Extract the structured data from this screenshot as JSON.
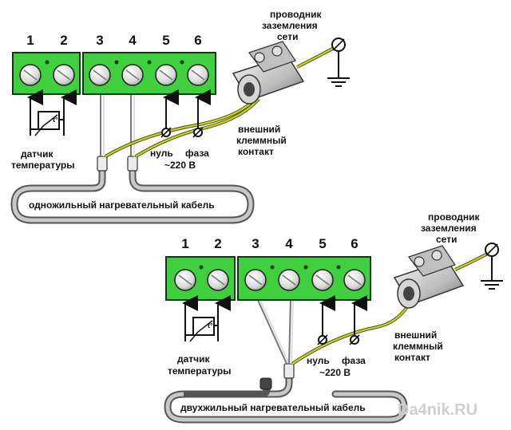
{
  "diagram1": {
    "terminals": [
      "1",
      "2",
      "3",
      "4",
      "5",
      "6"
    ],
    "ground_label": [
      "проводник",
      "заземления",
      "сети"
    ],
    "external_contact": [
      "внешний",
      "клеммный",
      "контакт"
    ],
    "sensor_label": [
      "датчик",
      "температуры"
    ],
    "neutral_label": "нуль",
    "phase_label": "фаза",
    "voltage_label": "~220 В",
    "cable_label": "одножильный нагревательный кабель"
  },
  "diagram2": {
    "terminals": [
      "1",
      "2",
      "3",
      "4",
      "5",
      "6"
    ],
    "ground_label": [
      "проводник",
      "заземления",
      "сети"
    ],
    "external_contact": [
      "внешний",
      "клеммный",
      "контакт"
    ],
    "sensor_label": [
      "датчик",
      "температуры"
    ],
    "neutral_label": "нуль",
    "phase_label": "фаза",
    "voltage_label": "~220 В",
    "cable_label": "двухжильный нагревательный кабель"
  },
  "watermark": "Da4nik.RU",
  "colors": {
    "terminal_block": "#3fcf3f",
    "terminal_outline": "#0a3a0a",
    "screw": "#e6e6e6",
    "cable": "#9a9a9a",
    "ground_wire": "#c9d600",
    "clamp": "#d4d4d4"
  }
}
